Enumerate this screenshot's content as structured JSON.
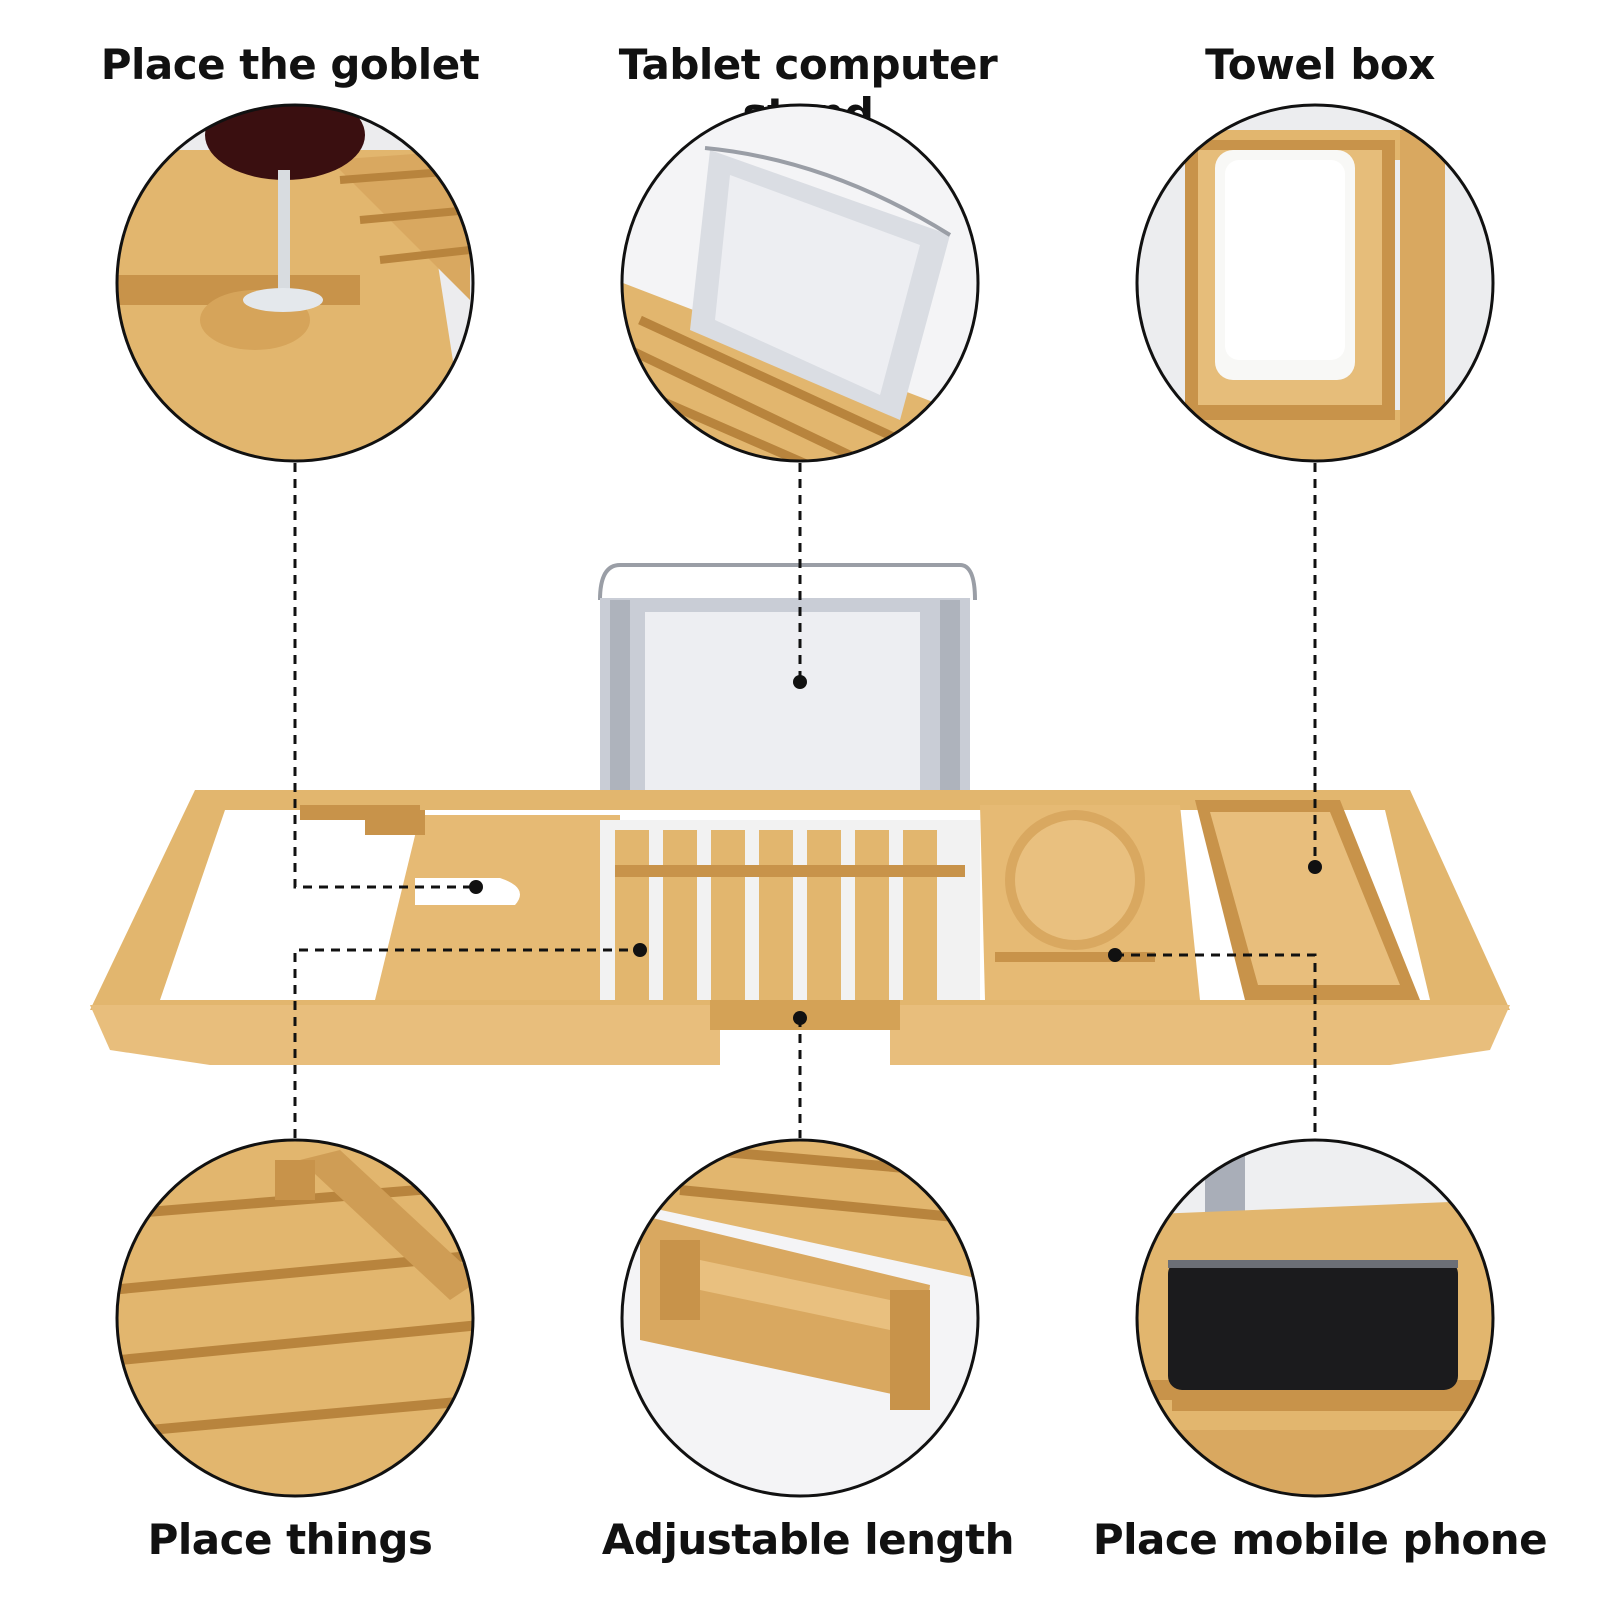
{
  "labels": {
    "goblet": "Place the goblet",
    "tablet": "Tablet computer stand",
    "towel": "Towel box",
    "things": "Place things",
    "adjust": "Adjustable length",
    "phone": "Place mobile phone"
  },
  "colors": {
    "bamboo": "#E2B66E",
    "bamboo_dark": "#C8934A",
    "bamboo_light": "#F0CD8E",
    "fabric": "#C9CDD6",
    "fabric_light": "#E4E6EC",
    "wine": "#3A0F10",
    "towel": "#F7F7F5",
    "phone": "#1B1B1D"
  }
}
